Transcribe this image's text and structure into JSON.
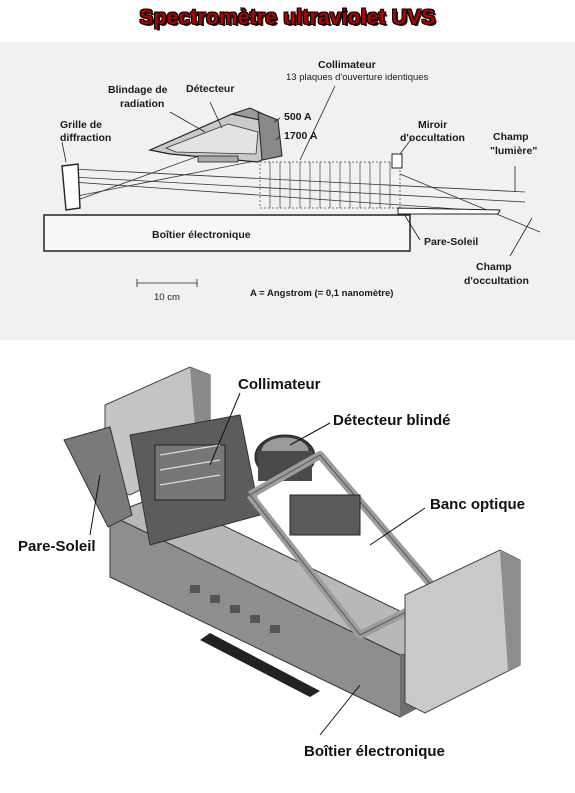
{
  "title": "Spectromètre ultraviolet UVS",
  "diagram": {
    "labels": {
      "collimateur": "Collimateur",
      "collimateur_note": "13 plaques d'ouverture identiques",
      "detecteur": "Détecteur",
      "blindage": [
        "Blindage de",
        "radiation"
      ],
      "a500": "500 A",
      "a1700": "1700 A",
      "miroir": [
        "Miroir",
        "d'occultation"
      ],
      "champ_lumiere": [
        "Champ",
        "\"lumière\""
      ],
      "grille": [
        "Grille de",
        "diffraction"
      ],
      "boitier": "Boîtier électronique",
      "pare_soleil": "Pare-Soleil",
      "champ_occultation": [
        "Champ",
        "d'occultation"
      ],
      "scale": "10 cm",
      "angstrom_note": "A = Angstrom (= 0,1 nanomètre)"
    }
  },
  "photo": {
    "labels": {
      "collimateur": "Collimateur",
      "detecteur_blinde": "Détecteur blindé",
      "banc_optique": "Banc optique",
      "pare_soleil": "Pare-Soleil",
      "boitier": "Boîtier électronique"
    }
  },
  "colors": {
    "title": "#b00000"
  }
}
